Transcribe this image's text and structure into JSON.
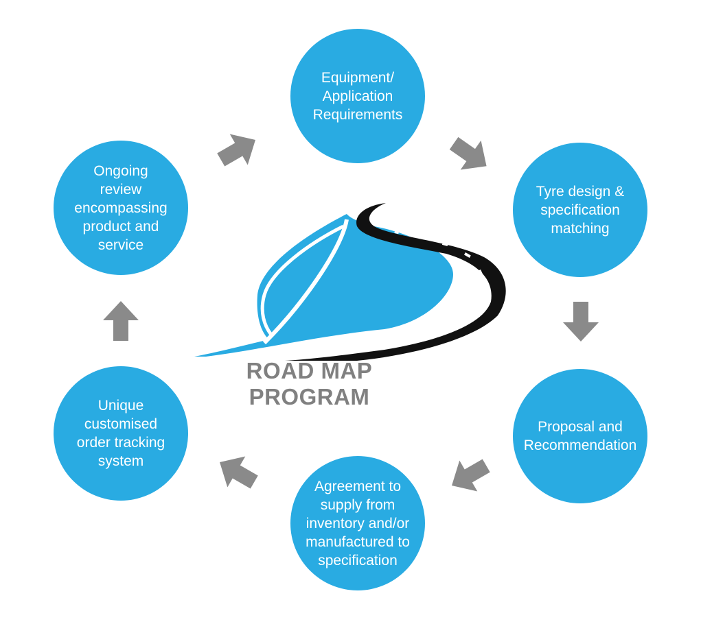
{
  "steps": [
    {
      "label": "Equipment/\nApplication\nRequirements"
    },
    {
      "label": "Tyre design &\nspecification\nmatching"
    },
    {
      "label": "Proposal and\nRecommendation"
    },
    {
      "label": "Agreement to\nsupply from\ninventory and/or\nmanufactured to\nspecification"
    },
    {
      "label": "Unique\ncustomised\norder tracking\nsystem"
    },
    {
      "label": "Ongoing\nreview\nencompassing\nproduct and\nservice"
    }
  ],
  "logo": {
    "title": "ROAD MAP PROGRAM"
  },
  "colors": {
    "node": "#29abe2",
    "arrow": "#8a8a8a",
    "road": "#111111",
    "title": "#808080"
  }
}
